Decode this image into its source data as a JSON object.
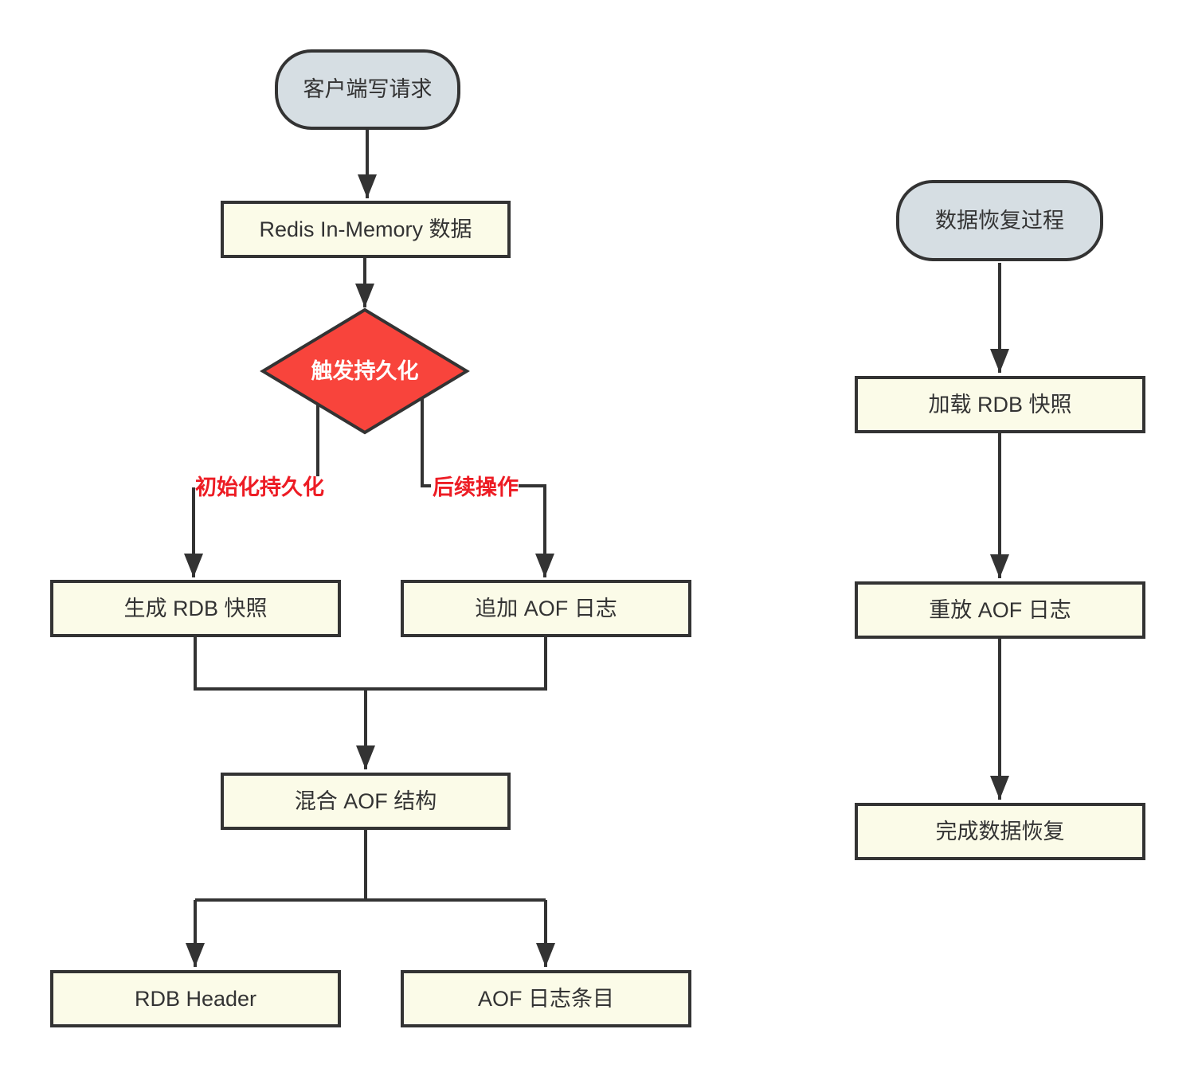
{
  "diagram": {
    "write_flow": {
      "client": "客户端写请求",
      "redis_memory": "Redis In-Memory 数据",
      "decision": "触发持久化",
      "branch_init_label": "初始化持久化",
      "branch_subsequent_label": "后续操作",
      "rdb_snapshot": "生成 RDB 快照",
      "aof_append": "追加 AOF 日志",
      "mixed_aof": "混合 AOF 结构",
      "rdb_header": "RDB Header",
      "aof_entries": "AOF 日志条目"
    },
    "recovery_flow": {
      "start": "数据恢复过程",
      "load_rdb": "加载 RDB 快照",
      "replay_aof": "重放 AOF 日志",
      "done": "完成数据恢复"
    },
    "colors": {
      "process_fill": "#fbfbe8",
      "terminal_fill": "#d6dee3",
      "decision_fill": "#f8443c",
      "decision_text": "#ffffff",
      "line": "#333333",
      "edge_label_text": "#ed1c24",
      "node_text": "#333333",
      "background": "#ffffff"
    }
  }
}
